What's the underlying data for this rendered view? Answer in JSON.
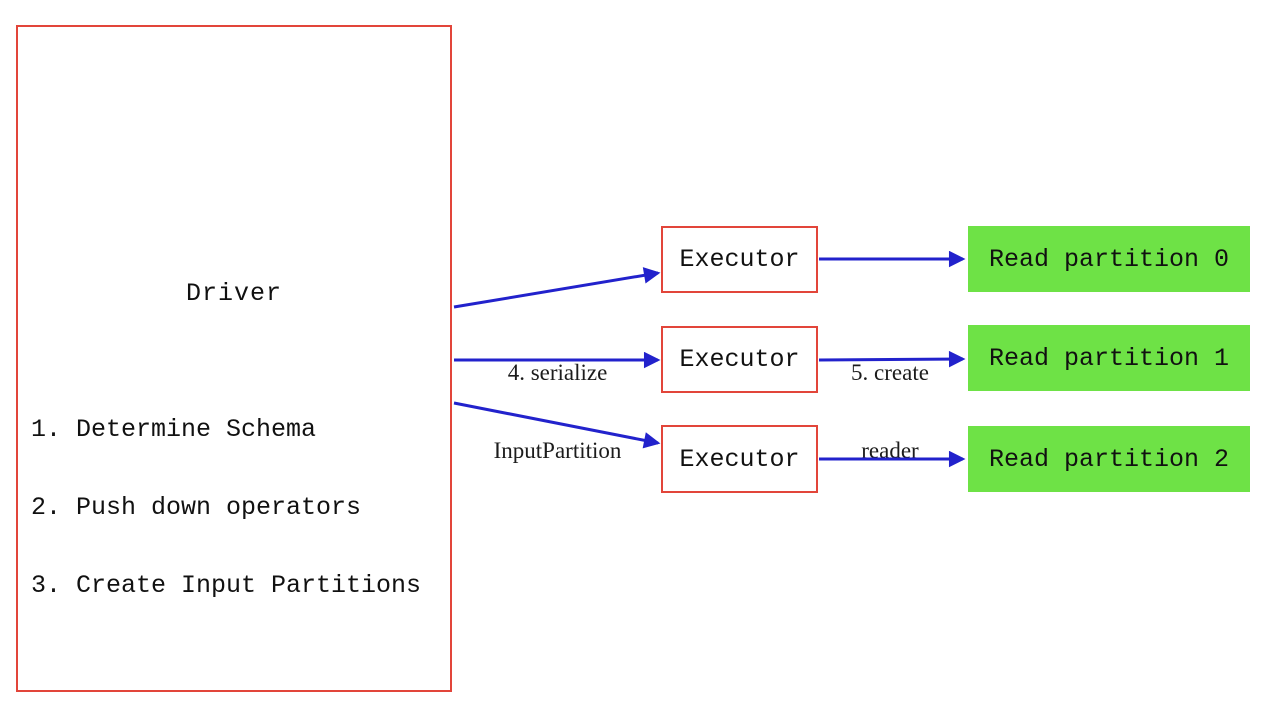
{
  "diagram": {
    "driver": {
      "title": "Driver",
      "steps": [
        "1. Determine Schema",
        "2. Push down operators",
        "3. Create Input Partitions"
      ]
    },
    "executors": [
      "Executor",
      "Executor",
      "Executor"
    ],
    "partitions": [
      "Read partition 0",
      "Read partition 1",
      "Read partition 2"
    ],
    "edge_labels": {
      "serialize_line1": "4. serialize",
      "serialize_line2": "InputPartition",
      "reader_line1": "5. create",
      "reader_line2": "reader"
    },
    "colors": {
      "box_border_red": "#e2453a",
      "partition_green": "#6ee246",
      "arrow_blue": "#2222cc",
      "text_black": "#111111"
    }
  }
}
